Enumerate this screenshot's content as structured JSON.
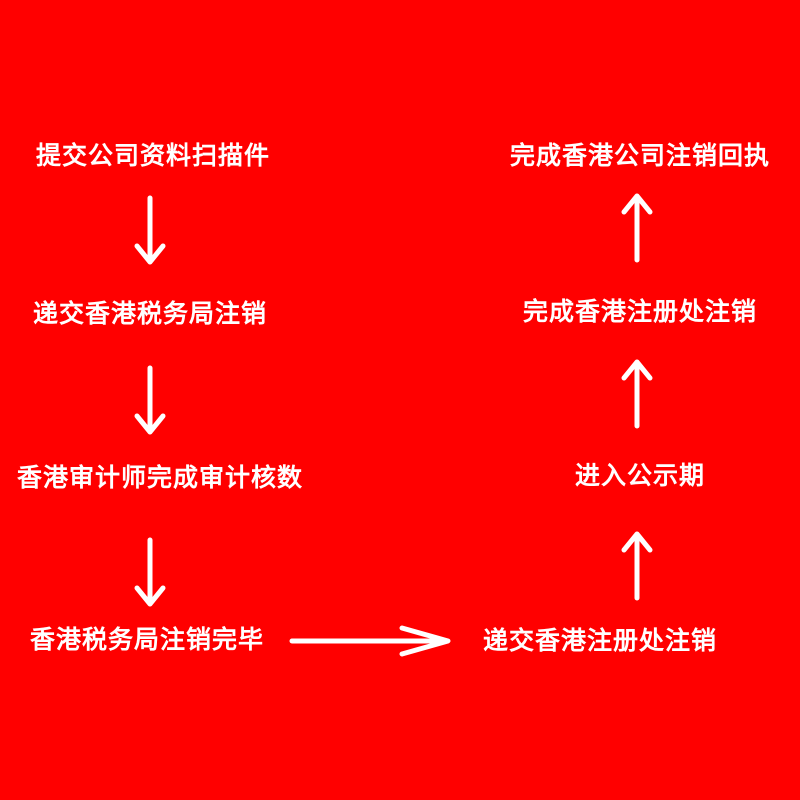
{
  "diagram": {
    "background_color": "#ff0000",
    "text_color": "#ffffff",
    "steps": {
      "submit_scans": "提交公司资料扫描件",
      "submit_ird": "递交香港税务局注销",
      "audit": "香港审计师完成审计核数",
      "ird_done": "香港税务局注销完毕",
      "submit_cr": "递交香港注册处注销",
      "publicity": "进入公示期",
      "cr_done": "完成香港注册处注销",
      "receipt": "完成香港公司注销回执"
    }
  }
}
